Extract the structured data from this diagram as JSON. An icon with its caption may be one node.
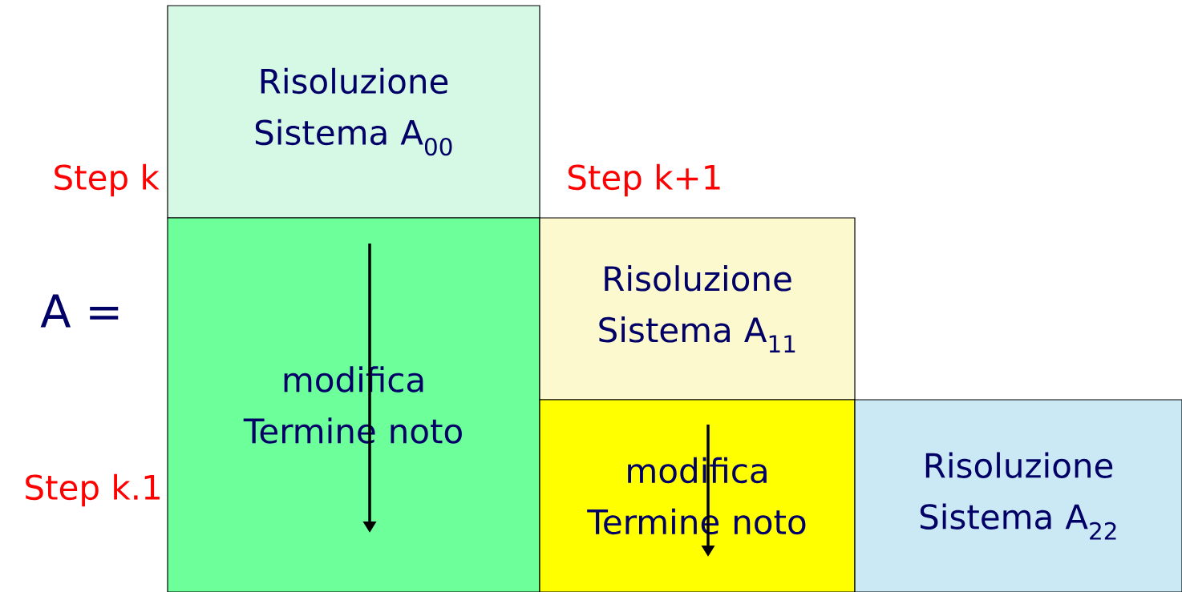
{
  "diagram": {
    "nodes": [
      {
        "text": [
          "Risoluzione Sistema A$_{00}$"
        ]
      },
      {
        "text": [
          "modifica Termine noto"
        ]
      },
      {
        "text": [
          "Risoluzione Sistema A$_{11}$"
        ]
      },
      {
        "text": [
          "modifica Termine noto"
        ]
      },
      {
        "text": [
          "Risoluzione Sistema A$_{22}$"
        ]
      }
    ],
    "labels": [
      "Step k",
      "Step k+1",
      "A =",
      "Step k.1"
    ]
  }
}
